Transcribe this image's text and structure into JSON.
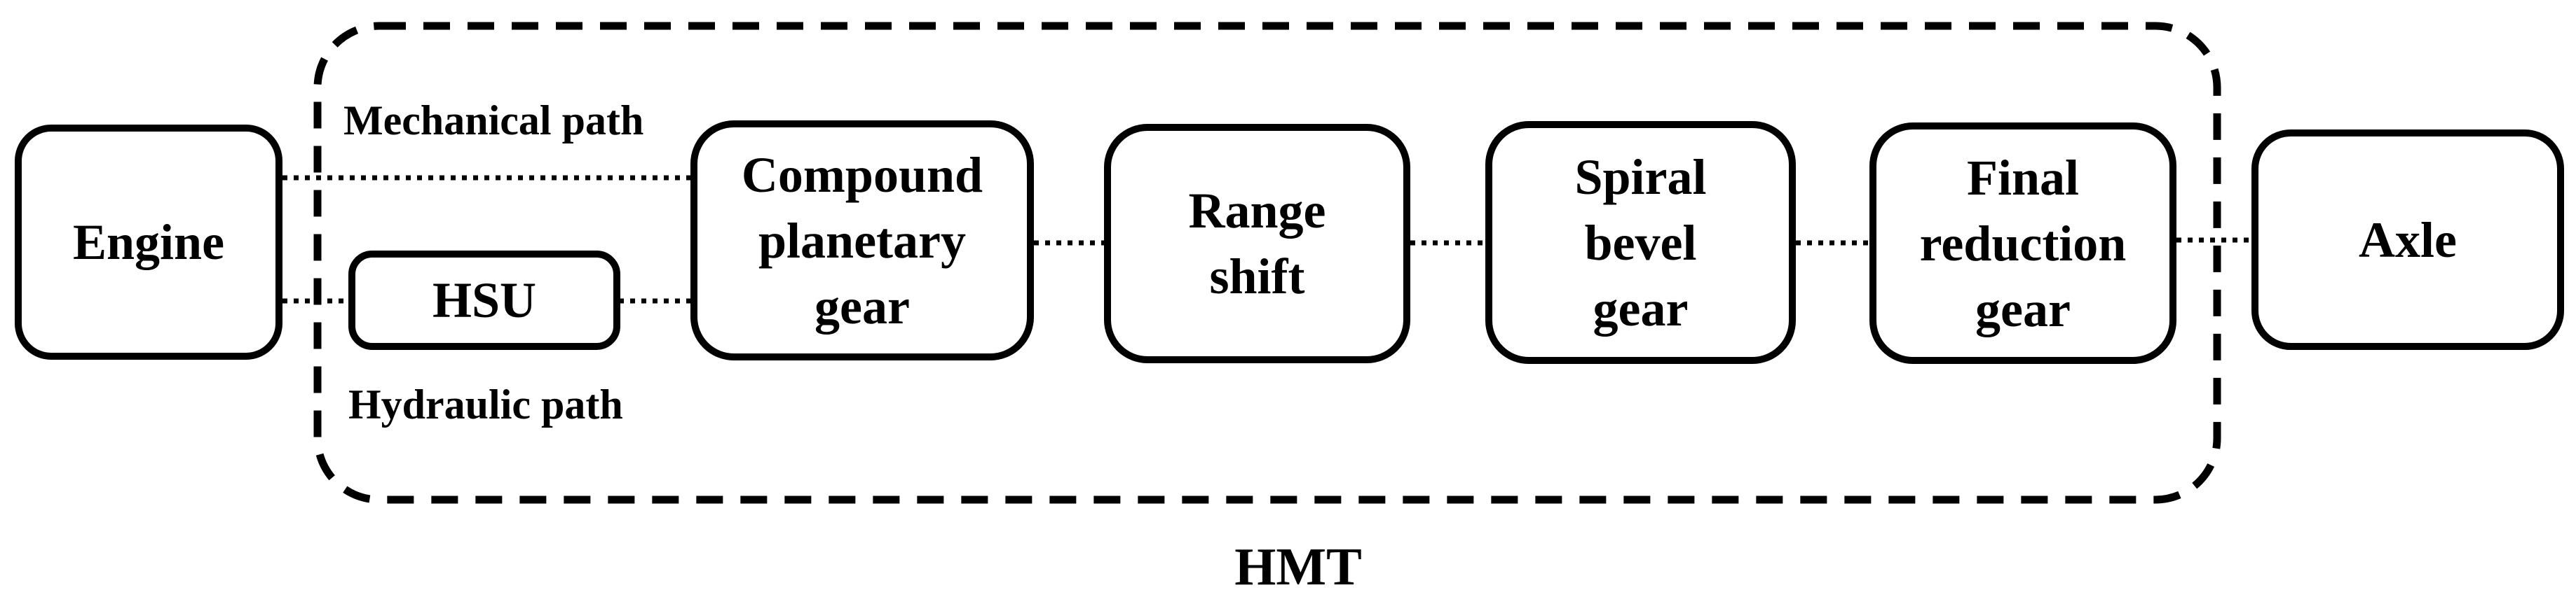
{
  "diagram": {
    "container_label": "HMT",
    "boxes": [
      {
        "id": "engine",
        "label": "Engine"
      },
      {
        "id": "hsu",
        "label": "HSU"
      },
      {
        "id": "compound-planetary-gear",
        "label": "Compound\nplanetary\ngear"
      },
      {
        "id": "range-shift",
        "label": "Range\nshift"
      },
      {
        "id": "spiral-bevel-gear",
        "label": "Spiral\nbevel\ngear"
      },
      {
        "id": "final-reduction-gear",
        "label": "Final\nreduction\ngear"
      },
      {
        "id": "axle",
        "label": "Axle"
      }
    ],
    "path_labels": {
      "mechanical": "Mechanical path",
      "hydraulic": "Hydraulic path"
    },
    "connections": [
      {
        "from": "engine",
        "to": "compound-planetary-gear",
        "via": "mechanical path",
        "style": "dotted"
      },
      {
        "from": "engine",
        "to": "hsu",
        "via": "hydraulic path",
        "style": "dotted"
      },
      {
        "from": "hsu",
        "to": "compound-planetary-gear",
        "style": "dotted"
      },
      {
        "from": "compound-planetary-gear",
        "to": "range-shift",
        "style": "dotted"
      },
      {
        "from": "range-shift",
        "to": "spiral-bevel-gear",
        "style": "dotted"
      },
      {
        "from": "spiral-bevel-gear",
        "to": "final-reduction-gear",
        "style": "dotted"
      },
      {
        "from": "final-reduction-gear",
        "to": "axle",
        "style": "dotted"
      }
    ],
    "hmt_group_members": [
      "hsu",
      "compound-planetary-gear",
      "range-shift",
      "spiral-bevel-gear",
      "final-reduction-gear"
    ],
    "colors": {
      "line": "#000000",
      "background": "#ffffff",
      "text": "#000000"
    }
  }
}
